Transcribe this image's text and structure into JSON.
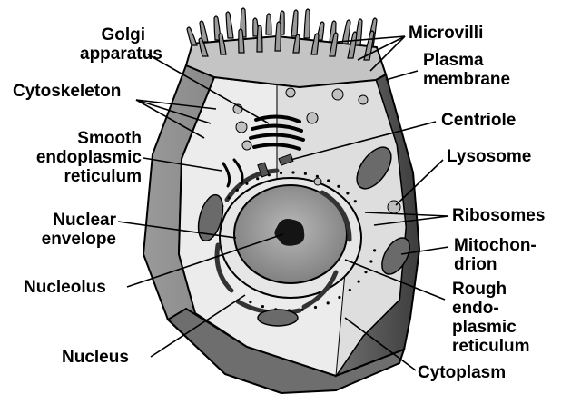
{
  "labels": {
    "golgi": [
      "Golgi",
      "apparatus"
    ],
    "cytoskeleton": [
      "Cytoskeleton"
    ],
    "smooth_er": [
      "Smooth",
      "endoplasmic",
      "reticulum"
    ],
    "nuclear_envelope": [
      "Nuclear",
      "envelope"
    ],
    "nucleolus": [
      "Nucleolus"
    ],
    "nucleus": [
      "Nucleus"
    ],
    "microvilli": [
      "Microvilli"
    ],
    "plasma_membrane": [
      "Plasma",
      "membrane"
    ],
    "centriole": [
      "Centriole"
    ],
    "lysosome": [
      "Lysosome"
    ],
    "ribosomes": [
      "Ribosomes"
    ],
    "mitochondrion": [
      "Mitochon-",
      "drion"
    ],
    "rough_er": [
      "Rough",
      "endo-",
      "plasmic",
      "reticulum"
    ],
    "cytoplasm": [
      "Cytoplasm"
    ]
  },
  "colors": {
    "outer_wall": "#8c8c8c",
    "wall_shadow": "#5a5a5a",
    "top_face": "#c8c8c8",
    "cut_face": "#ececec",
    "back_face": "#dcdcdc",
    "nucleus": "#9a9a9a",
    "nucleolus": "#1a1a1a",
    "organelle": "#707070",
    "line": "#000000"
  }
}
